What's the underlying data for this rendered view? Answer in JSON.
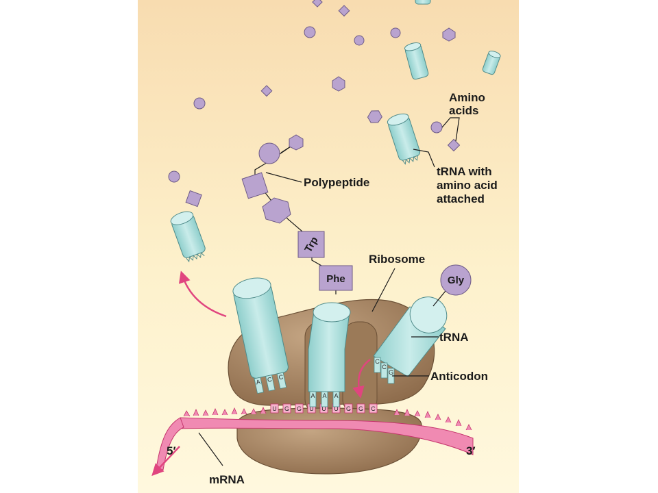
{
  "labels": {
    "amino_acids_1": "Amino",
    "amino_acids_2": "acids",
    "trna_with_1": "tRNA with",
    "trna_with_2": "amino acid",
    "trna_with_3": "attached",
    "polypeptide": "Polypeptide",
    "ribosome": "Ribosome",
    "trna": "tRNA",
    "anticodon": "Anticodon",
    "five_prime": "5′",
    "three_prime": "3′",
    "mrna": "mRNA"
  },
  "amino_acid_names": {
    "trp": "Trp",
    "phe": "Phe",
    "gly": "Gly"
  },
  "mrna_codons": [
    "U",
    "G",
    "G",
    "U",
    "U",
    "U",
    "G",
    "G",
    "C"
  ],
  "anticodons": {
    "exiting": [
      "A",
      "C",
      "C"
    ],
    "middle": [
      "A",
      "A",
      "A"
    ],
    "incoming": [
      "C",
      "C",
      "G"
    ]
  },
  "colors": {
    "background": "#fdf3cf",
    "ribosome": "#a98866",
    "trna": "#a9dcd8",
    "amino_acid": "#b9a3cf",
    "mrna": "#e9518d",
    "arrow": "#e0457f"
  }
}
